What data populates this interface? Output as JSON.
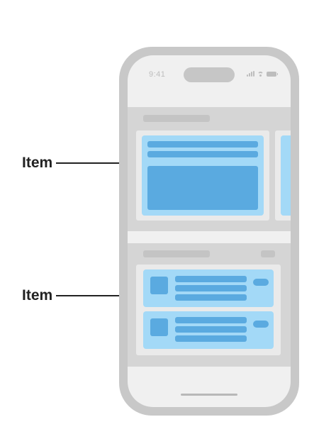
{
  "callouts": [
    {
      "label": "Item"
    },
    {
      "label": "Item"
    }
  ],
  "status_bar": {
    "time": "9:41"
  },
  "colors": {
    "phone_frame": "#c8c8c8",
    "screen": "#f0f0f0",
    "section": "#d5d5d5",
    "card_frame": "#eaeaea",
    "item_fill": "#a3d9f7",
    "item_accent": "#5aaae0",
    "callout": "#222222"
  }
}
